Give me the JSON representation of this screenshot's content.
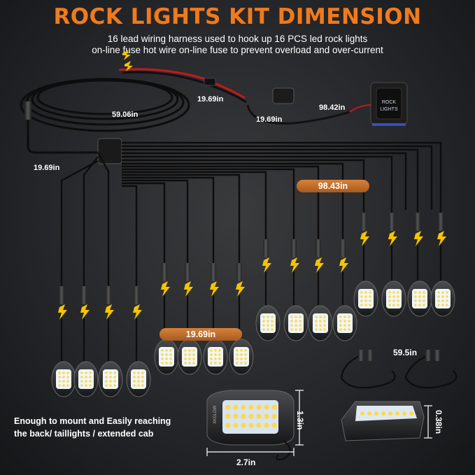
{
  "header": {
    "title": "ROCK LIGHTS KIT DIMENSION",
    "line1": "16 lead wiring harness used to hook up 16 PCS led rock lights",
    "line2": "on-line fuse hot wire on-line fuse to prevent overload and over-current"
  },
  "dimensions": {
    "main_cable": "59.06in",
    "fuse_lead": "19.69in",
    "relay_lead": "19.69in",
    "switch_lead": "98.42in",
    "trunk_lead": "19.69in",
    "branch_long": "98.43in",
    "branch_short": "19.69in",
    "extension": "59.5in",
    "pod_height": "1.3in",
    "pod_width": "2.7in",
    "pod_depth": "0.38in"
  },
  "switch": {
    "line1": "ROCK",
    "line2": "LIGHTS"
  },
  "brand": "XKGLOW",
  "note": {
    "line1": "Enough to mount and Easily reaching",
    "line2": "the back/ taillights / extended cab"
  },
  "colors": {
    "accent": "#f07a1c",
    "pill": "#c2702a",
    "bolt": "#f5c400",
    "led": "#eef6ff"
  }
}
